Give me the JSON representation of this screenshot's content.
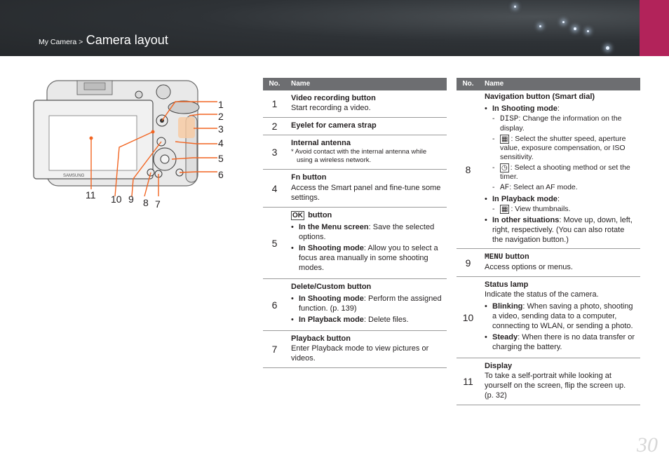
{
  "header": {
    "breadcrumb_small": "My Camera >",
    "breadcrumb_big": "Camera layout",
    "accent": "#b2235a",
    "bg": "#2e3236"
  },
  "page_number": "30",
  "figure": {
    "labels": [
      "1",
      "2",
      "3",
      "4",
      "5",
      "6",
      "7",
      "8",
      "9",
      "10",
      "11"
    ],
    "brand_text": "SAMSUNG",
    "leader_color": "#f26522"
  },
  "table_left": {
    "headers": {
      "no": "No.",
      "name": "Name"
    },
    "rows": [
      {
        "no": "1",
        "title": "Video recording button",
        "desc": "Start recording a video."
      },
      {
        "no": "2",
        "title": "Eyelet for camera strap"
      },
      {
        "no": "3",
        "title": "Internal antenna",
        "note": "* Avoid contact with the internal antenna while using a wireless network."
      },
      {
        "no": "4",
        "icon": "Fn",
        "title": "button",
        "desc": "Access the Smart panel and fine-tune some settings."
      },
      {
        "no": "5",
        "icon": "OK",
        "title": "button",
        "b1_bold": "In the Menu screen",
        "b1_text": ": Save the selected options.",
        "b2_bold": "In Shooting mode",
        "b2_text": ": Allow you to select a focus area manually in some shooting modes."
      },
      {
        "no": "6",
        "title": "Delete/Custom button",
        "b1_bold": "In Shooting mode",
        "b1_text": ": Perform the assigned function. (p. 139)",
        "b2_bold": "In Playback mode",
        "b2_text": ": Delete files."
      },
      {
        "no": "7",
        "title": "Playback button",
        "desc": "Enter Playback mode to view pictures or videos."
      }
    ]
  },
  "table_right": {
    "headers": {
      "no": "No.",
      "name": "Name"
    },
    "row8": {
      "no": "8",
      "title": "Navigation button (Smart dial)",
      "shoot_bold": "In Shooting mode",
      "shoot_colon": ":",
      "s1_icon": "DISP",
      "s1_text": ": Change the information on the display.",
      "s2_text": ": Select the shutter speed, aperture value, exposure compensation, or ISO sensitivity.",
      "s3_text": ": Select a shooting method or set the timer.",
      "s4_icon": "AF",
      "s4_text": ": Select an AF mode.",
      "play_bold": "In Playback mode",
      "play_colon": ":",
      "p1_text": ": View thumbnails.",
      "other_bold": "In other situations",
      "other_text": ": Move up, down, left, right, respectively. (You can also rotate the navigation button.)"
    },
    "row9": {
      "no": "9",
      "icon": "MENU",
      "title": "button",
      "desc": "Access options or menus."
    },
    "row10": {
      "no": "10",
      "title": "Status lamp",
      "desc": "Indicate the status of the camera.",
      "b1_bold": "Blinking",
      "b1_text": ": When saving a photo, shooting a video, sending data to a computer, connecting to WLAN, or sending a photo.",
      "b2_bold": "Steady",
      "b2_text": ": When there is no data transfer or charging the battery."
    },
    "row11": {
      "no": "11",
      "title": "Display",
      "desc": "To take a self-portrait while looking at yourself on the screen, flip the screen up. (p. 32)"
    }
  }
}
